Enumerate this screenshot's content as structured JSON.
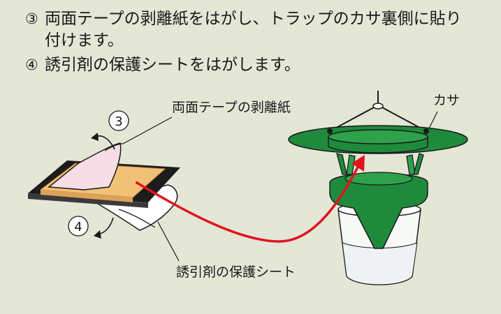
{
  "instructions": [
    {
      "number": "③",
      "text": "両面テープの剥離紙をはがし、トラップのカサ裏側に貼り付けます。"
    },
    {
      "number": "④",
      "text": "誘引剤の保護シートをはがします。"
    }
  ],
  "labels": {
    "release_paper": "両面テープの剥離紙",
    "umbrella": "カサ",
    "protective_sheet": "誘引剤の保護シート"
  },
  "markers": {
    "step3": "3",
    "step4": "4"
  },
  "colors": {
    "background": "#e4e6d6",
    "trap_green": "#1f8a3c",
    "arrow_red": "#e0141e",
    "attractant_orange": "#f2c178",
    "release_paper_pink": "#f7dde6"
  }
}
